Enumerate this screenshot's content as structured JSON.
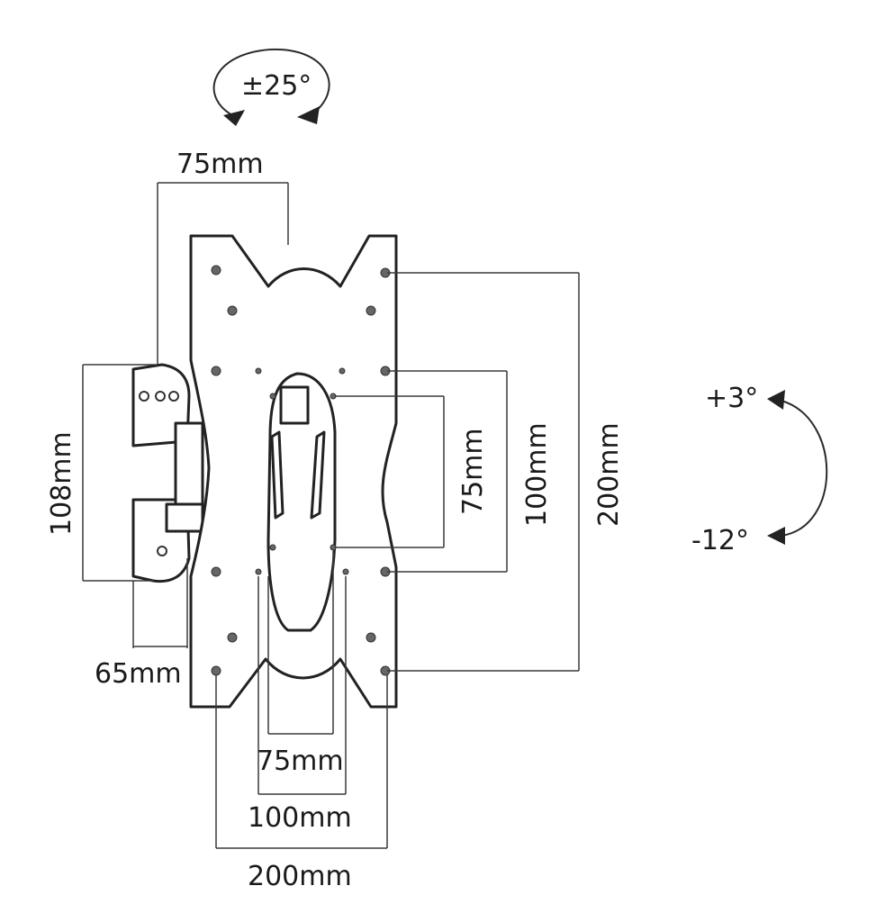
{
  "swivel": {
    "label": "±25°"
  },
  "tilt": {
    "up_label": "+3°",
    "down_label": "-12°"
  },
  "dimensions": {
    "top_width": "75mm",
    "bracket_height": "108mm",
    "arm_offset": "65mm",
    "inner_vertical_75": "75mm",
    "inner_vertical_100": "100mm",
    "outer_vertical_200": "200mm",
    "bottom_75": "75mm",
    "bottom_100": "100mm",
    "bottom_200": "200mm"
  }
}
